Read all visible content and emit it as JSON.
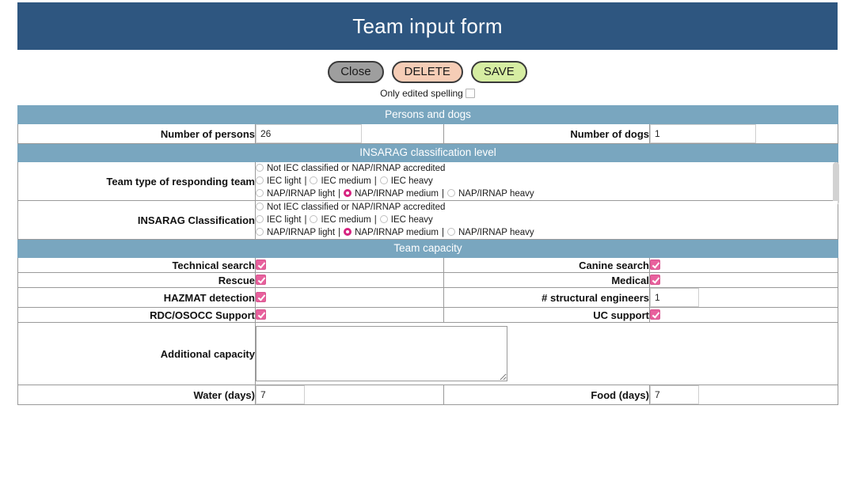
{
  "header": {
    "title": "Team input form"
  },
  "toolbar": {
    "close_label": "Close",
    "delete_label": "DELETE",
    "save_label": "SAVE",
    "spelling_label": "Only edited spelling",
    "spelling_checked": false
  },
  "colors": {
    "header_bg": "#2e5680",
    "section_bg": "#79a6bf",
    "checkbox_pink": "#e8619d",
    "radio_selected": "#d6237f",
    "close_bg": "#9e9e9e",
    "delete_bg": "#f6cdb6",
    "save_bg": "#d6eda2"
  },
  "sections": [
    {
      "id": "persons-and-dogs",
      "title": "Persons and dogs"
    },
    {
      "id": "insarag-classification-level",
      "title": "INSARAG classification level"
    },
    {
      "id": "team-capacity",
      "title": "Team capacity"
    }
  ],
  "persons_and_dogs": {
    "number_of_persons": {
      "label": "Number of persons",
      "value": "26"
    },
    "number_of_dogs": {
      "label": "Number of dogs",
      "value": "1"
    }
  },
  "insarag": {
    "team_type_label": "Team type of responding team",
    "classification_label": "INSARAG Classification",
    "options": {
      "not_classified": "Not IEC classified or NAP/IRNAP accredited",
      "iec_light": "IEC light",
      "iec_medium": "IEC medium",
      "iec_heavy": "IEC heavy",
      "nap_light": "NAP/IRNAP light",
      "nap_medium": "NAP/IRNAP medium",
      "nap_heavy": "NAP/IRNAP heavy"
    },
    "separator": "|",
    "team_type_selected": "nap_medium",
    "classification_selected": "nap_medium"
  },
  "team_capacity": {
    "technical_search": {
      "label": "Technical search",
      "checked": true
    },
    "canine_search": {
      "label": "Canine search",
      "checked": true
    },
    "rescue": {
      "label": "Rescue",
      "checked": true
    },
    "medical": {
      "label": "Medical",
      "checked": true
    },
    "hazmat_detection": {
      "label": "HAZMAT detection",
      "checked": true
    },
    "structural_engineers": {
      "label": "# structural engineers",
      "value": "1"
    },
    "rdc_osocc_support": {
      "label": "RDC/OSOCC Support",
      "checked": true
    },
    "uc_support": {
      "label": "UC support",
      "checked": true
    },
    "additional_capacity": {
      "label": "Additional capacity",
      "value": ""
    },
    "water_days": {
      "label": "Water (days)",
      "value": "7"
    },
    "food_days": {
      "label": "Food (days)",
      "value": "7"
    }
  }
}
